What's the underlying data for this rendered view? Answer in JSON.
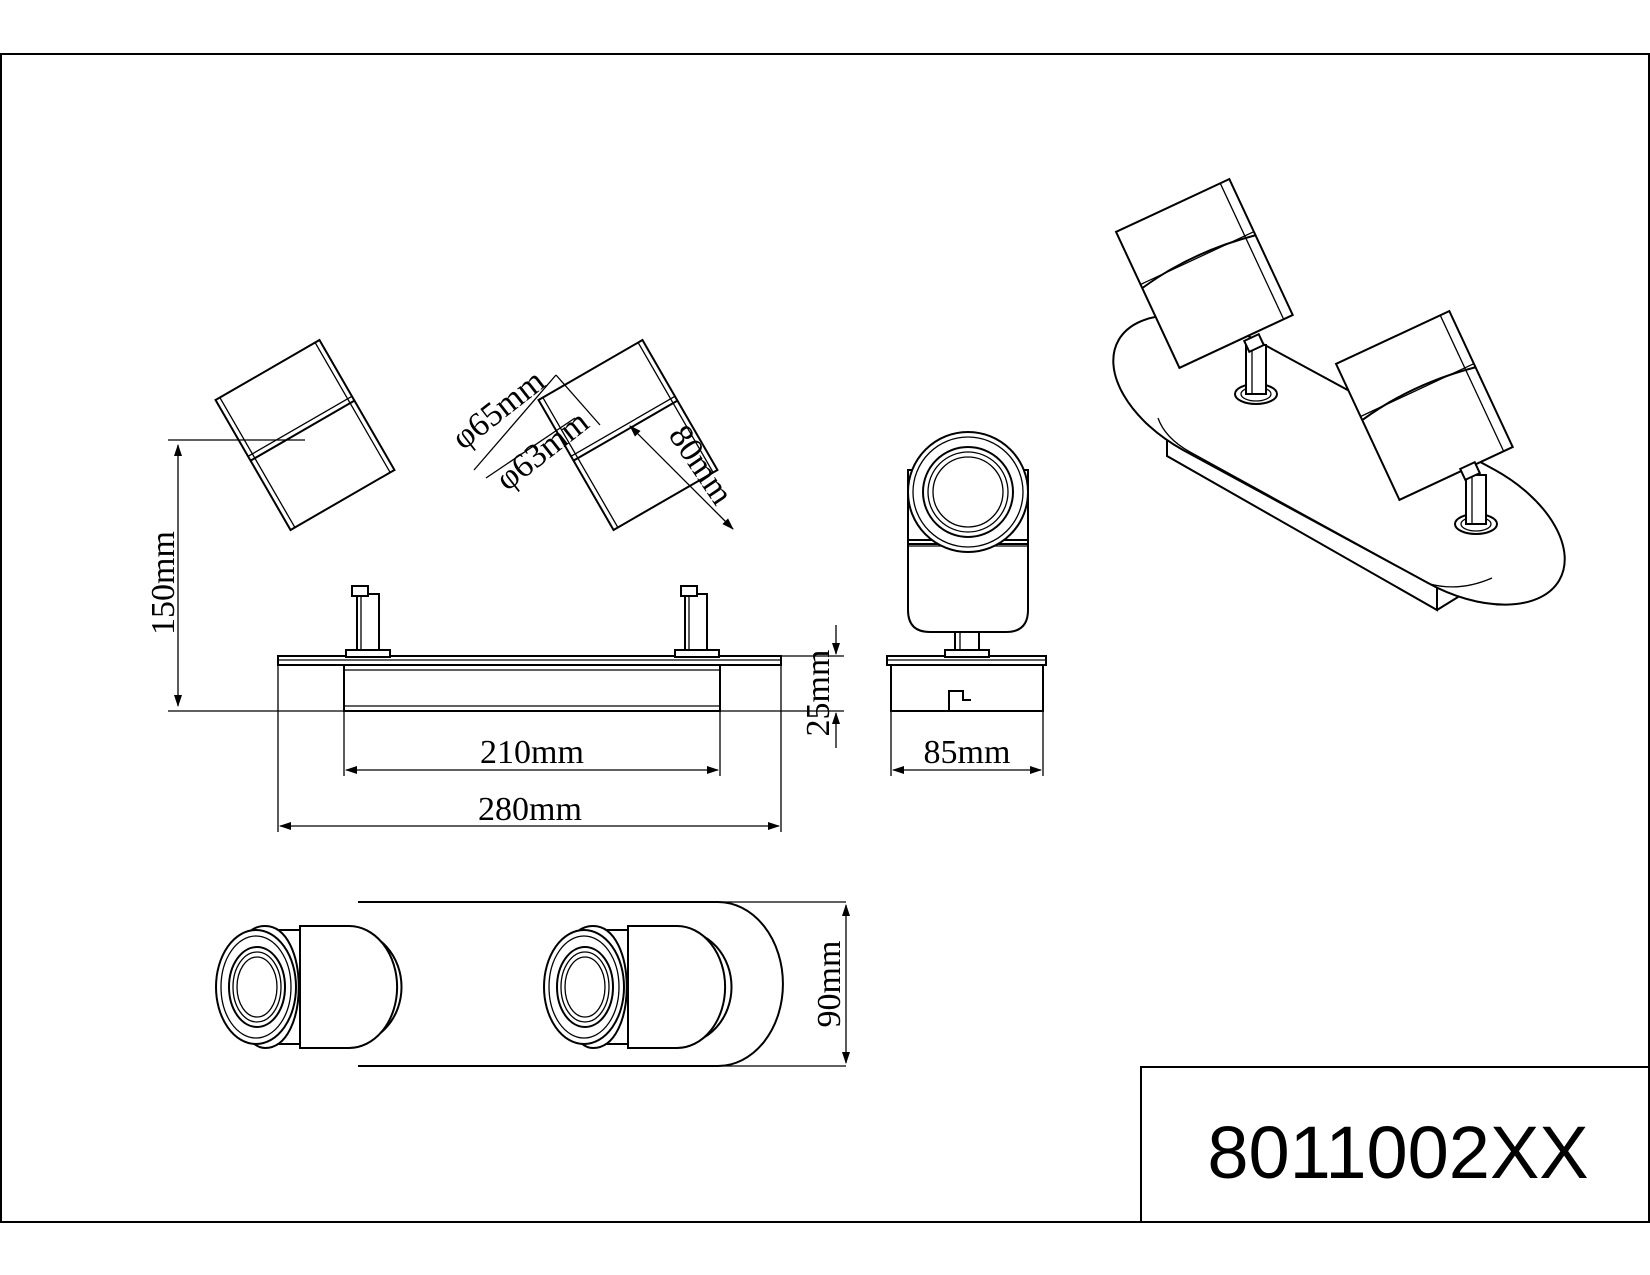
{
  "dimensions": {
    "height": "150mm",
    "outer_diameter": "φ65mm",
    "inner_diameter": "φ63mm",
    "head_length": "80mm",
    "base_height": "25mm",
    "inner_width": "210mm",
    "total_width": "280mm",
    "depth": "85mm",
    "top_depth": "90mm"
  },
  "title_block": {
    "part_number": "8011002XX"
  }
}
